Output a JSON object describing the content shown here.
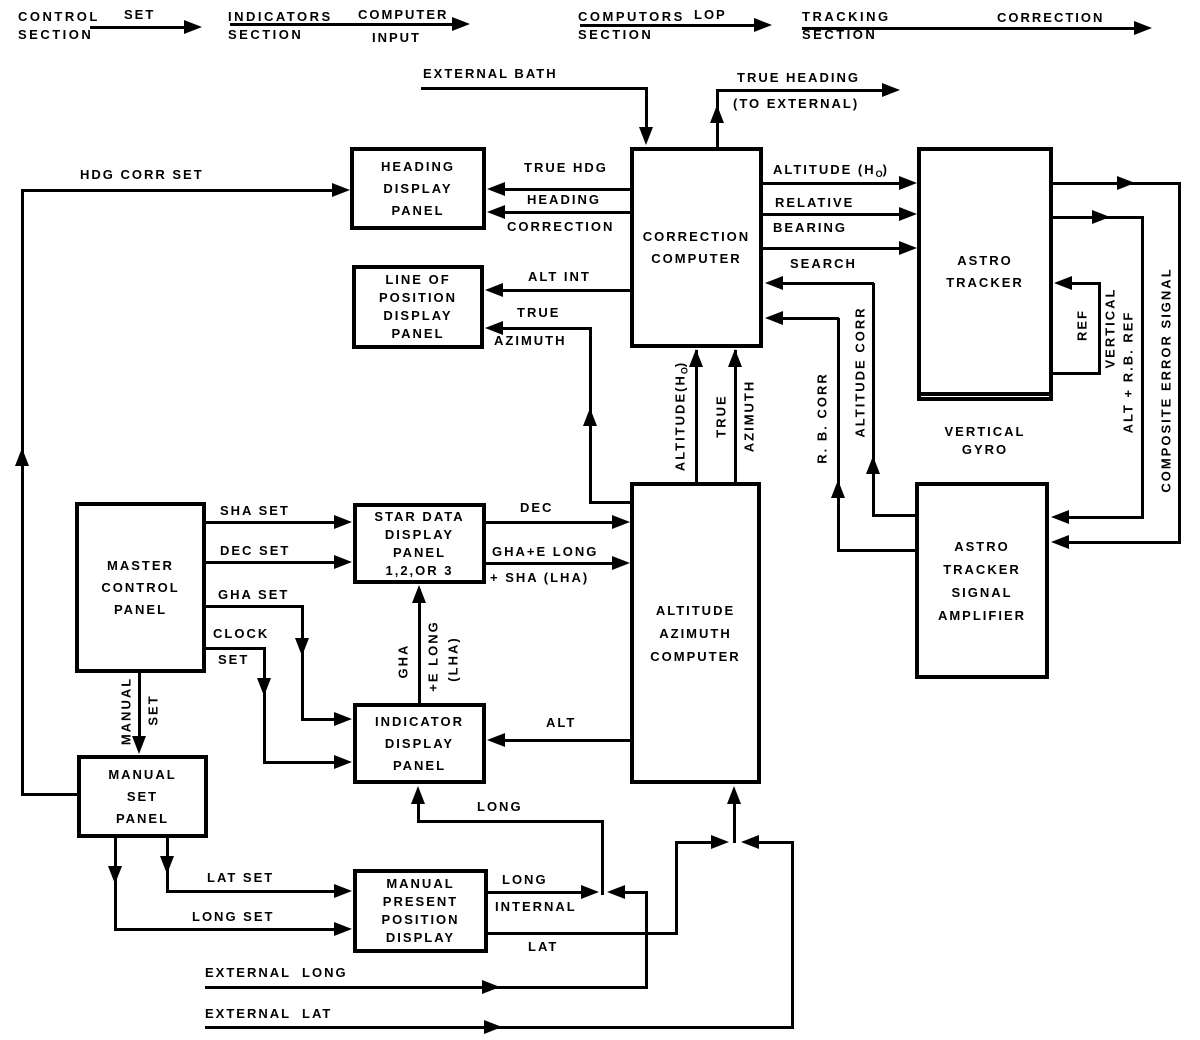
{
  "colors": {
    "ink": "#000000",
    "paper": "#ffffff"
  },
  "header": {
    "control_section": "CONTROL\nSECTION",
    "set": "SET",
    "indicators_section": "INDICATORS\nSECTION",
    "computer": "COMPUTER",
    "input": "INPUT",
    "computors_section": "COMPUTORS\nSECTION",
    "lop": "LOP",
    "tracking_section": "TRACKING\nSECTION",
    "correction": "CORRECTION"
  },
  "boxes": {
    "heading_display_panel": "HEADING\nDISPLAY\nPANEL",
    "lop_display_panel": "LINE OF\nPOSITION\nDISPLAY\nPANEL",
    "correction_computer": "CORRECTION\nCOMPUTER",
    "astro_tracker": "ASTRO\nTRACKER",
    "vertical_gyro": "VERTICAL\nGYRO",
    "master_control_panel": "MASTER\nCONTROL\nPANEL",
    "star_data_display_panel": "STAR  DATA\nDISPLAY\nPANEL\n1,2,OR 3",
    "altitude_azimuth_computer": "ALTITUDE\nAZIMUTH\nCOMPUTER",
    "astro_tracker_signal_amplifier": "ASTRO\nTRACKER\nSIGNAL\nAMPLIFIER",
    "indicator_display_panel": "INDICATOR\nDISPLAY\nPANEL",
    "manual_set_panel": "MANUAL\nSET\nPANEL",
    "manual_present_position_display": "MANUAL\nPRESENT\nPOSITION\nDISPLAY"
  },
  "signals": {
    "external_bath": "EXTERNAL BATH",
    "true_heading": "TRUE HEADING",
    "to_external": "(TO EXTERNAL)",
    "hdg_corr_set": "HDG CORR SET",
    "true_hdg": "TRUE HDG",
    "heading": "HEADING",
    "correction": "CORRECTION",
    "alt_int": "ALT INT",
    "true_word": "TRUE",
    "azimuth": "AZIMUTH",
    "altitude_ho_pre": "ALTITUDE (H",
    "altitude_ho_vert_pre": "ALTITUDE(H",
    "ho_sub": "O",
    "paren_close": ")",
    "relative": "RELATIVE",
    "bearing": "BEARING",
    "search": "SEARCH",
    "rb_corr": "R. B. CORR",
    "altitude_corr": "ALTITUDE CORR",
    "ref": "REF",
    "vertical_word": "VERTICAL",
    "alt_rb_ref": "ALT + R.B. REF",
    "composite_error_signal": "COMPOSITE ERROR SIGNAL",
    "sha_set": "SHA SET",
    "dec_set": "DEC SET",
    "gha_set": "GHA SET",
    "clock": "CLOCK",
    "set_word": "SET",
    "manual": "MANUAL",
    "dec": "DEC",
    "gha_e_long": "GHA+E LONG",
    "sha_lha": "+ SHA (LHA)",
    "gha": "GHA",
    "e_long": "+E LONG",
    "lha": "(LHA)",
    "alt": "ALT",
    "long_word": "LONG",
    "internal": "INTERNAL",
    "lat": "LAT",
    "lat_set": "LAT SET",
    "long_set": "LONG SET",
    "external_long": "EXTERNAL  LONG",
    "external_lat": "EXTERNAL  LAT"
  }
}
